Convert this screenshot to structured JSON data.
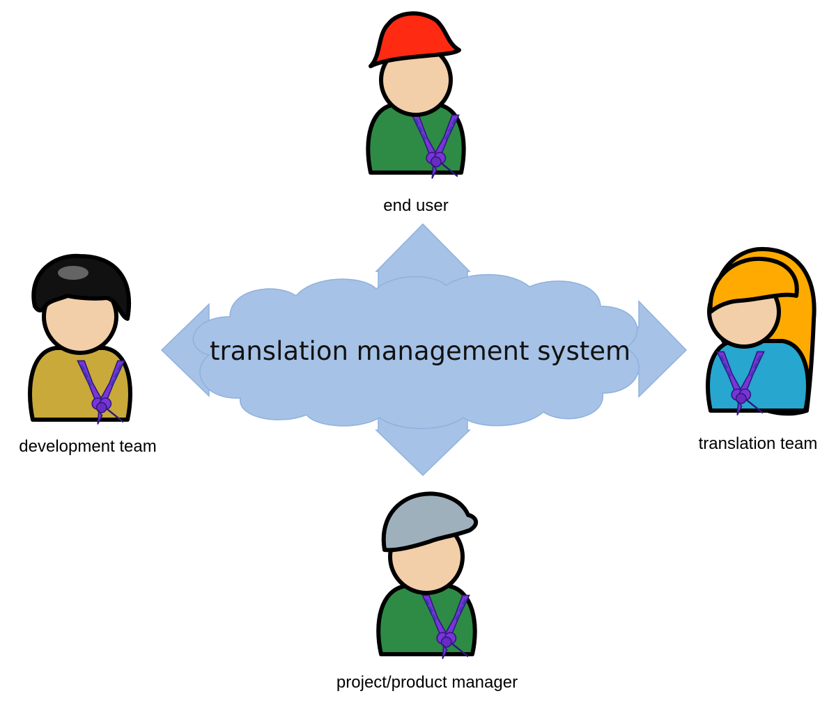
{
  "center": {
    "label": "translation management system",
    "fill": "#a6c2e6",
    "stroke": "#8fb1de"
  },
  "actors": {
    "end_user": {
      "label": "end user",
      "hair_or_hat": "red-hat",
      "hat_color": "#ff2a12",
      "shirt_color": "#2d8b45"
    },
    "development_team": {
      "label": "development team",
      "hair_or_hat": "black-hair",
      "hair_color": "#111111",
      "shirt_color": "#c9a93a"
    },
    "translation_team": {
      "label": "translation team",
      "hair_or_hat": "orange-long-hair",
      "hair_color": "#ffaa00",
      "shirt_color": "#27a6cf"
    },
    "project_manager": {
      "label": "project/product manager",
      "hair_or_hat": "grey-cap",
      "hat_color": "#9fb0bd",
      "shirt_color": "#2d8b45"
    }
  },
  "colors": {
    "skin": "#f2cfa8",
    "scarf": "#7a35d8",
    "scarf_stripe": "#3f37b5",
    "arrow": "#a6c2e6"
  }
}
